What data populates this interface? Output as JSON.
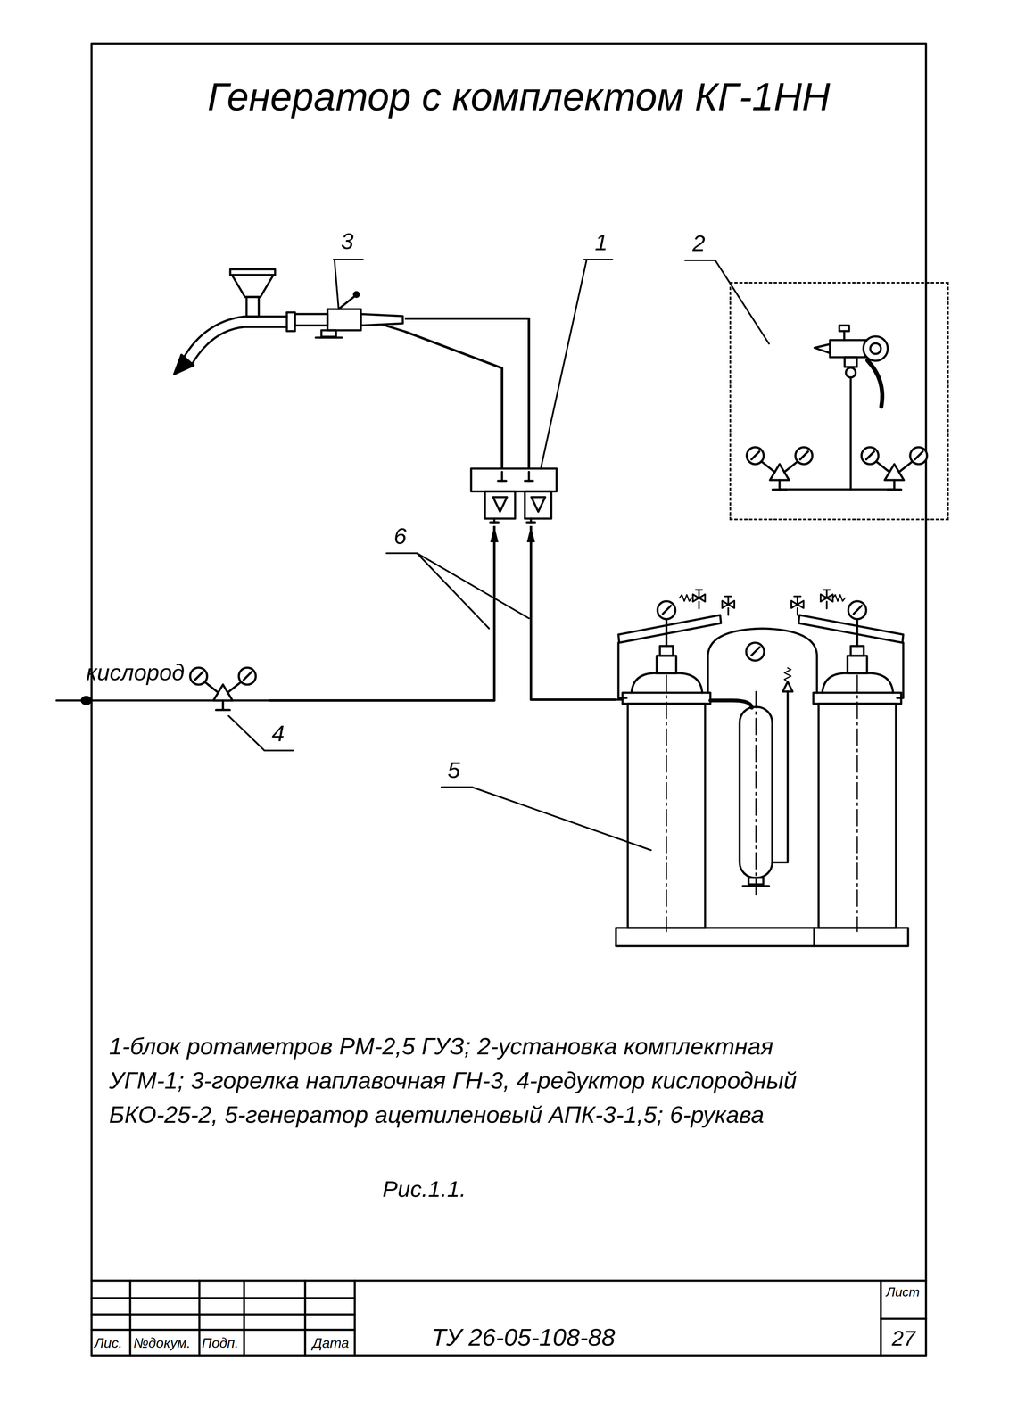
{
  "diagram": {
    "title": "Генератор с комплектом КГ-1НН",
    "caption": "Рис.1.1.",
    "nodes": [
      {
        "text": [
          "3"
        ]
      },
      {
        "text": [
          "1"
        ]
      },
      {
        "text": [
          "2"
        ]
      },
      {
        "text": [
          "4"
        ]
      },
      {
        "text": [
          "5"
        ]
      }
    ],
    "edges": [
      {
        "from": 3,
        "to": 1,
        "arrow": "to"
      },
      {
        "from": 4,
        "to": 1,
        "arrow": "to"
      },
      {
        "from": 1,
        "to": 0,
        "arrow": "none"
      },
      {
        "from": 1,
        "to": 0,
        "arrow": "none"
      }
    ],
    "labels": [
      "кислород",
      "6",
      "1-блок ротаметров РМ-2,5 ГУЗ; 2-установка комплектная УГМ-1; 3-горелка наплавочная ГН-3, 4-редуктор кислородный БКО-25-2, 5-генератор ацетиленовый АПК-3-1,5; 6-рукава",
      "Лис.",
      "№докум.",
      "Подп.",
      "Дата",
      "ТУ 26-05-108-88",
      "Лист",
      "27"
    ]
  }
}
